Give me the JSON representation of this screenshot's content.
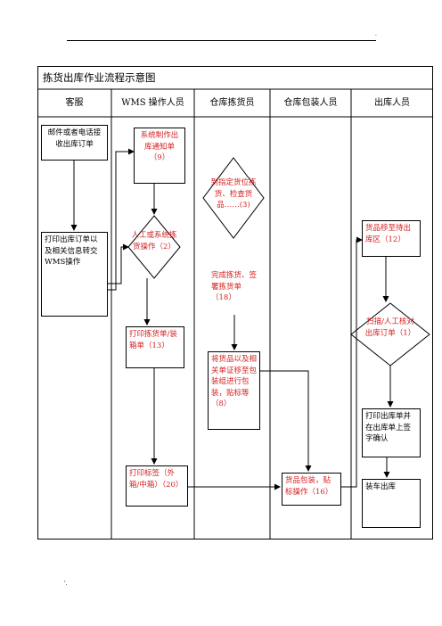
{
  "page_marks": {
    "top_dot": ".",
    "bottom_dot": "'."
  },
  "title": "拣货出库作业流程示意图",
  "lanes": [
    "客服",
    "WMS 操作人员",
    "仓库拣货员",
    "仓库包装人员",
    "出库人员"
  ],
  "nodes": {
    "n_email": "邮件或者电话接收出库订单",
    "n_print_order": "打印出库订单以及相关信息转交WMS操作",
    "n_make_notice": "系统制作出库通知单（9）",
    "n_manual_pick": "人工或系统拣货操作（2）",
    "n_print_pick": "打印拣货单/装箱单（13）",
    "n_print_label": "打印标签（外箱/中箱）（20）",
    "n_goto_location": "到指定货位拣货、检查货品……(3)",
    "n_finish_pick": "完成拣货、签署拣货单（18）",
    "n_transfer": "将货品以及相关单证移至包装组进行包装，贴标等（8）",
    "n_pack": "货品包装，贴标操作（16）",
    "n_move_area": "货品移至待出库区（12）",
    "n_scan": "扫描/人工核对出库订单（1）",
    "n_print_out": "打印出库单并在出库单上签字确认",
    "n_load": "装车出库"
  }
}
